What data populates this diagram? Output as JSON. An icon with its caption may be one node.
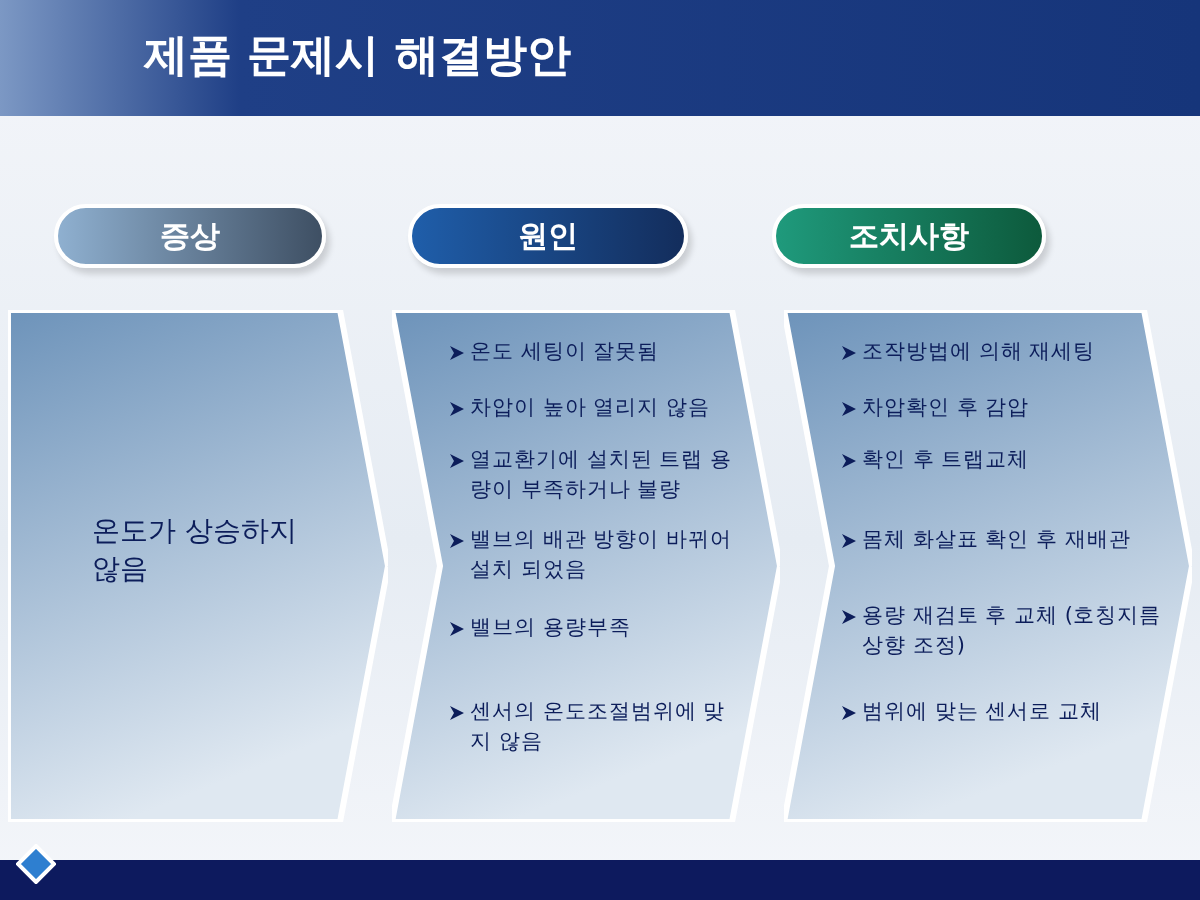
{
  "diagram": {
    "title": "제품 문제시 해결방안",
    "nodes": [
      {
        "text": [
          "증상"
        ]
      },
      {
        "text": [
          "원인"
        ]
      },
      {
        "text": [
          "조치사항"
        ]
      },
      {
        "text": [
          "온도가 상승하지 않음"
        ]
      },
      {
        "text": [
          "온도 세팅이 잘못됨",
          "차압이 높아 열리지 않음",
          "열교환기에 설치된 트랩 용량이 부족하거나 불량",
          "밸브의 배관 방향이 바뀌어 설치 되었음",
          "밸브의 용량부족",
          "센서의 온도조절범위에 맞지 않음"
        ]
      },
      {
        "text": [
          "조작방법에 의해 재세팅",
          "차압확인 후 감압",
          "확인 후 트랩교체",
          "몸체 화살표 확인 후 재배관",
          "용량 재검토 후 교체 (호칭지름 상향 조정)",
          "범위에 맞는 센서로 교체"
        ]
      }
    ],
    "edges": []
  }
}
